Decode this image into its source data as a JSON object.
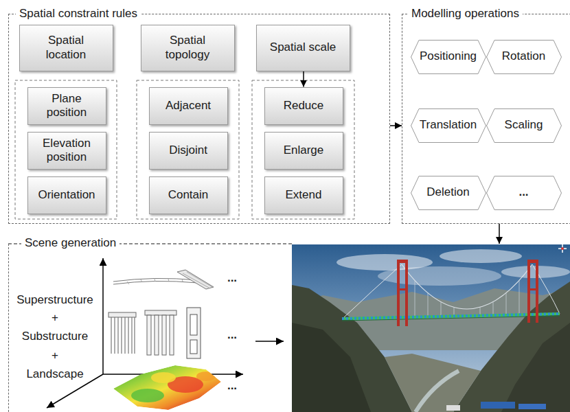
{
  "diagram": {
    "nodes": [
      {
        "text": [
          "Spatial constraint rules"
        ]
      },
      {
        "text": [
          "Spatial location"
        ],
        "in": 0
      },
      {
        "text": [
          "Spatial topology"
        ],
        "in": 0
      },
      {
        "text": [
          "Spatial scale"
        ],
        "in": 0
      },
      {
        "text": [
          "Plane position"
        ],
        "in": 0
      },
      {
        "text": [
          "Adjacent"
        ],
        "in": 0
      },
      {
        "text": [
          "Reduce"
        ],
        "in": 0
      },
      {
        "text": [
          "Elevation position"
        ],
        "in": 0
      },
      {
        "text": [
          "Disjoint"
        ],
        "in": 0
      },
      {
        "text": [
          "Enlarge"
        ],
        "in": 0
      },
      {
        "text": [
          "Orientation"
        ],
        "in": 0
      },
      {
        "text": [
          "Contain"
        ],
        "in": 0
      },
      {
        "text": [
          "Extend"
        ],
        "in": 0
      },
      {
        "text": [
          "Modelling operations"
        ]
      },
      {
        "text": [
          "Positioning"
        ],
        "in": 13
      },
      {
        "text": [
          "Rotation"
        ],
        "in": 13
      },
      {
        "text": [
          "Translation"
        ],
        "in": 13
      },
      {
        "text": [
          "Scaling"
        ],
        "in": 13
      },
      {
        "text": [
          "Deletion"
        ],
        "in": 13
      },
      {
        "text": [
          "..."
        ],
        "in": 13
      },
      {
        "text": [
          "Scene generation"
        ]
      }
    ],
    "edges": [
      {
        "from": 0,
        "to": 13,
        "arrow": "to"
      },
      {
        "from": 13,
        "to": 20,
        "arrow": "to"
      },
      {
        "from": 3,
        "to": 6,
        "arrow": "to"
      }
    ],
    "labels": [
      "Superstructure",
      "+",
      "Substructure",
      "+",
      "Landscape",
      "...",
      "...",
      "..."
    ]
  }
}
